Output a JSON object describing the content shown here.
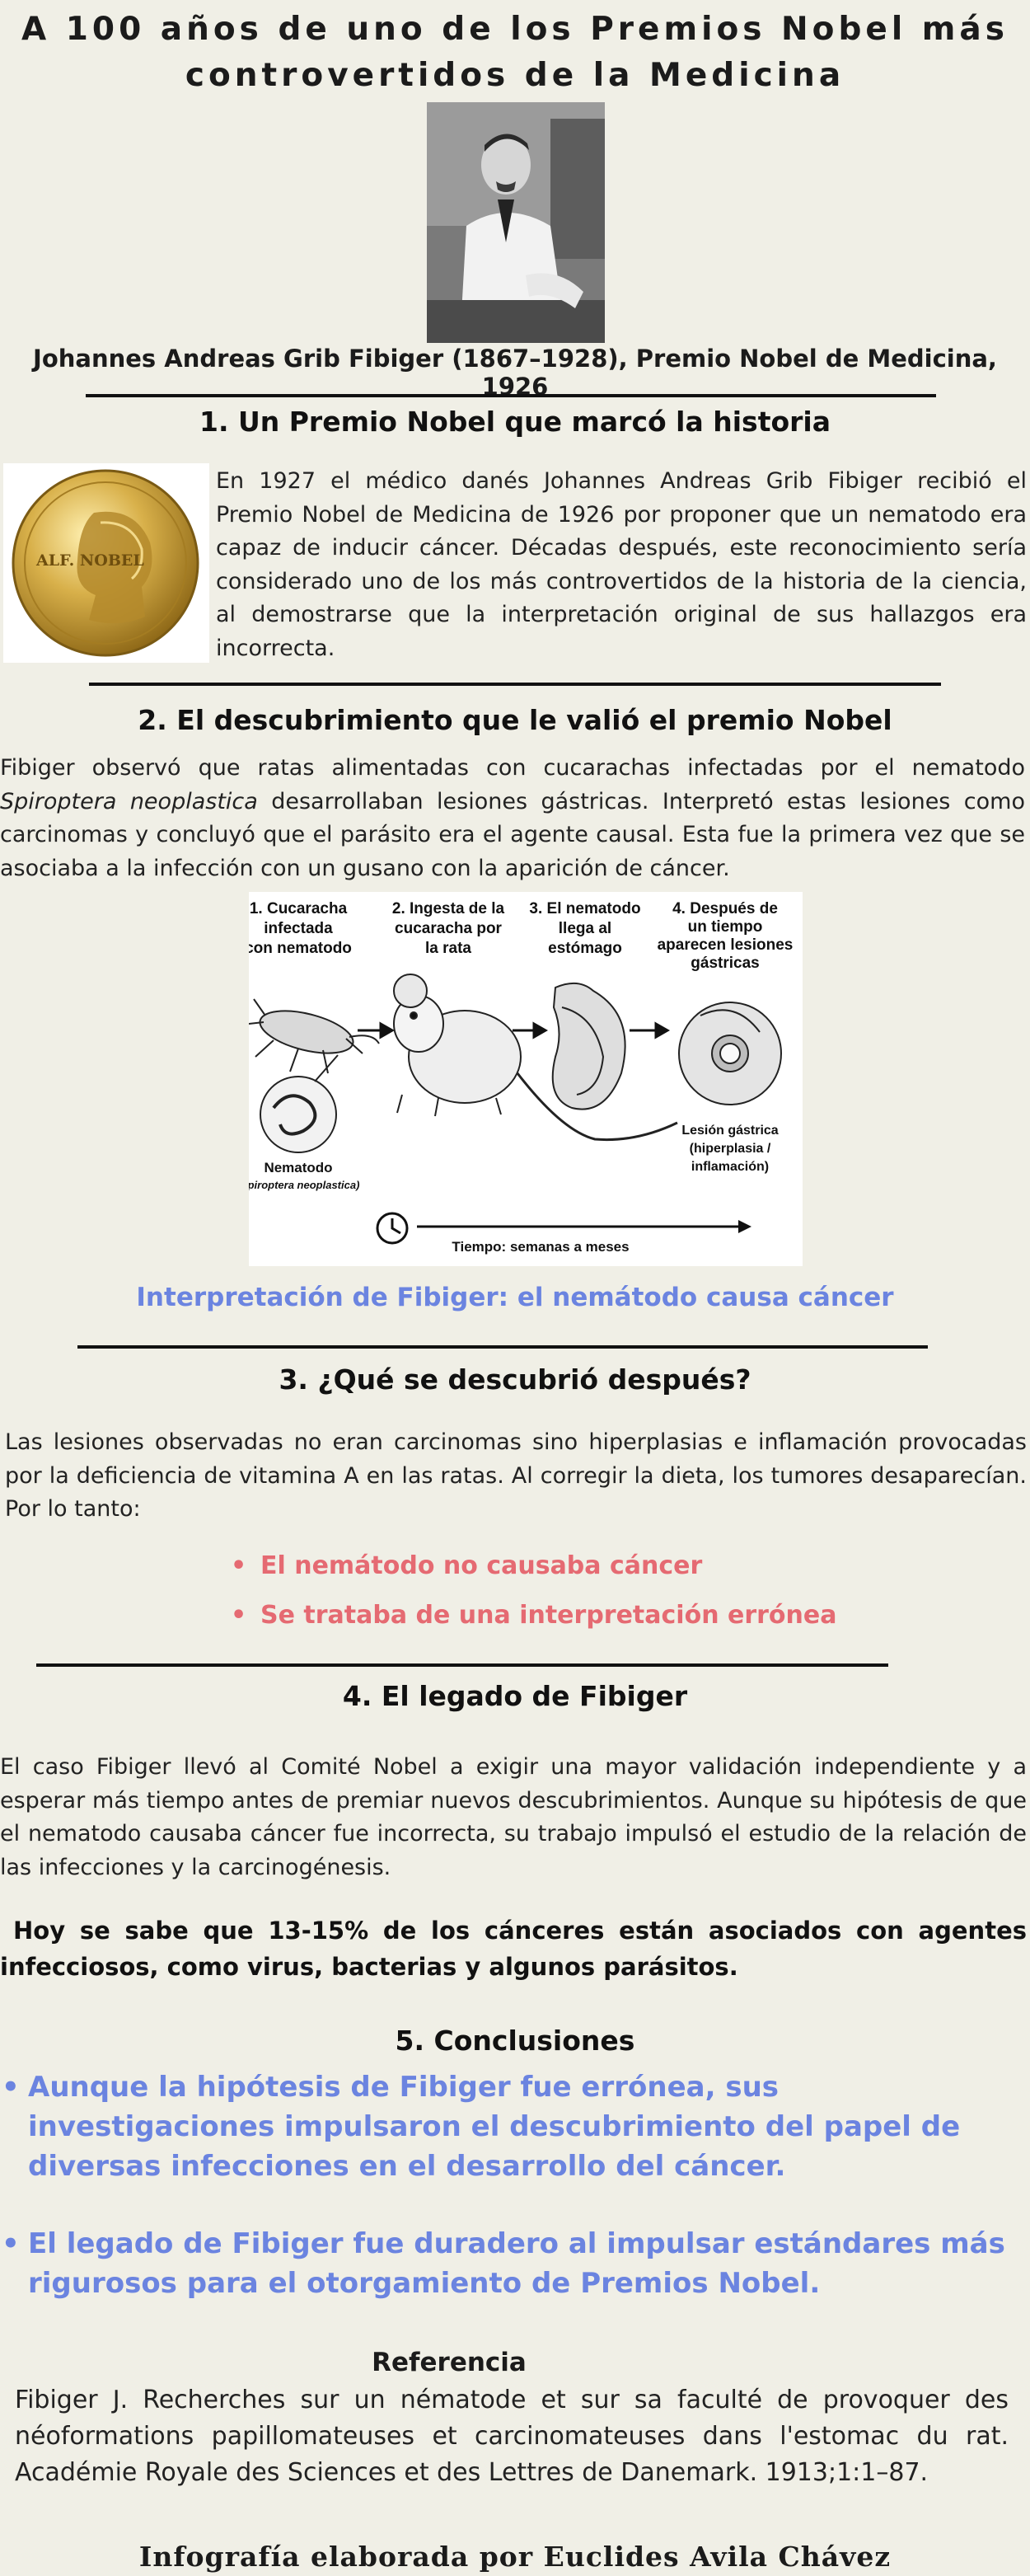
{
  "title": {
    "line1": "A 100 años de uno de los Premios Nobel más",
    "line2": "controvertidos de la Medicina"
  },
  "portrait_caption": "Johannes Andreas Grib Fibiger (1867–1928), Premio Nobel de Medicina, 1926",
  "section1": {
    "heading": "1. Un Premio Nobel que marcó la historia",
    "body": "En 1927 el médico danés Johannes Andreas Grib Fibiger recibió el Premio Nobel de Medicina de 1926 por proponer que un nematodo era capaz de inducir cáncer. Décadas después, este reconocimiento sería considerado uno de los más controvertidos de la historia de la ciencia, al demostrarse que la interpretación original de sus hallazgos era incorrecta.",
    "medal_text": "ALF. NOBEL"
  },
  "section2": {
    "heading": "2. El descubrimiento que le valió el premio Nobel",
    "body_before": "Fibiger observó que ratas alimentadas con cucarachas infectadas por el nematodo ",
    "body_italic": "Spiroptera neoplastica",
    "body_after": " desarrollaban lesiones gástricas. Interpretó estas lesiones como carcinomas y concluyó que el parásito era el agente causal. Esta fue la primera vez que se asociaba a la infección con un gusano con la aparición de cáncer.",
    "diagram": {
      "step1": [
        "1. Cucaracha",
        "infectada",
        "con nematodo"
      ],
      "step2": [
        "2. Ingesta de la",
        "cucaracha por",
        "la rata"
      ],
      "step3": [
        "3. El nematodo",
        "llega al",
        "estómago"
      ],
      "step4": [
        "4. Después de",
        "un tiempo",
        "aparecen lesiones",
        "gástricas"
      ],
      "nematode_label": "Nematodo",
      "nematode_species": "(Spiroptera neoplastica)",
      "lesion_label": [
        "Lesión gástrica",
        "(hiperplasia /",
        "inflamación)"
      ],
      "time_label": "Tiempo: semanas a meses"
    },
    "interpretation": "Interpretación de Fibiger: el nemátodo causa cáncer"
  },
  "section3": {
    "heading": "3. ¿Qué se descubrió después?",
    "body": "Las lesiones observadas no eran carcinomas sino hiperplasias e inflamación provocadas por la deficiencia de vitamina A en las ratas. Al corregir la dieta, los tumores desaparecían. Por lo tanto:",
    "bullets": [
      "El nemátodo no causaba cáncer",
      "Se trataba de una interpretación errónea"
    ]
  },
  "section4": {
    "heading": "4. El legado de Fibiger",
    "body": "El caso Fibiger llevó al Comité Nobel a exigir una mayor validación independiente y a esperar más tiempo antes de premiar nuevos descubrimientos. Aunque su hipótesis de que el nematodo causaba cáncer fue incorrecta, su trabajo impulsó el estudio de la relación de las infecciones y la carcinogénesis.",
    "highlight": "Hoy se sabe que 13-15% de los cánceres están asociados con agentes infecciosos, como virus, bacterias y algunos parásitos."
  },
  "section5": {
    "heading": "5. Conclusiones",
    "bullets": [
      "Aunque la hipótesis de Fibiger fue errónea, sus investigaciones impulsaron el descubrimiento del papel de diversas infecciones en el desarrollo del cáncer.",
      "El legado de Fibiger fue duradero al impulsar estándares más rigurosos para el otorgamiento de Premios Nobel."
    ]
  },
  "reference": {
    "heading": "Referencia",
    "body": "Fibiger J. Recherches sur un nématode et sur sa faculté de provoquer des néoformations papillomateuses et carcinomateuses dans l'estomac du rat. Académie Royale des Sciences et des Lettres de Danemark. 1913;1:1–87."
  },
  "footer": "Infografía elaborada por Euclides Avila Chávez",
  "colors": {
    "background": "#f0efe6",
    "accent_blue": "#6b84e0",
    "accent_red": "#e56a72",
    "medal_gold": "#c9a133"
  },
  "bullet_glyph": "•"
}
